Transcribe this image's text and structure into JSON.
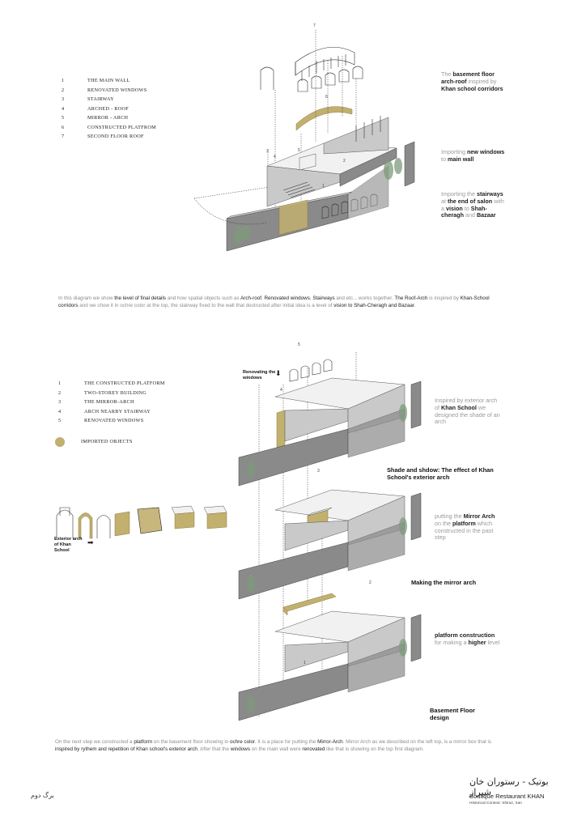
{
  "legend_top": [
    {
      "num": "1",
      "label": "THE MAIN WALL"
    },
    {
      "num": "2",
      "label": "RENOVATED WINDOWS"
    },
    {
      "num": "3",
      "label": "STAIRWAY"
    },
    {
      "num": "4",
      "label": "ARCHED - ROOF"
    },
    {
      "num": "5",
      "label": "MIRROR - ARCH"
    },
    {
      "num": "6",
      "label": "CONSTRUCTED PLATFROM"
    },
    {
      "num": "7",
      "label": "SECOND FLOOR ROOF"
    }
  ],
  "legend_bottom": [
    {
      "num": "1",
      "label": "THE CONSTRUCTED PLATFORM"
    },
    {
      "num": "2",
      "label": "TWO-STOREY BUILDING"
    },
    {
      "num": "3",
      "label": "THE MIRROR-ARCH"
    },
    {
      "num": "4",
      "label": "ARCH NEARBY STAIRWAY"
    },
    {
      "num": "5",
      "label": "RENOVATED WINDOWS"
    }
  ],
  "legend_swatch": {
    "label": "IMPORTED OBJECTS",
    "color": "#c2b06f"
  },
  "top_notes": {
    "arch_roof": [
      "The ",
      "basement floor arch-roof",
      " inspired by ",
      "Khan school corridors",
      ""
    ],
    "windows": [
      "Importing ",
      "new windows",
      " to ",
      "main wall",
      ""
    ],
    "stairs": [
      "Importing the ",
      "stairways",
      " at ",
      "the end of salon",
      " with a ",
      "vision",
      " to ",
      "Shah-cheragh",
      " and ",
      "Bazaar",
      ""
    ]
  },
  "para1": {
    "parts": [
      {
        "t": "In this diagram we show ",
        "b": false
      },
      {
        "t": "the level of final details",
        "b": true
      },
      {
        "t": " and how spatial objects such as ",
        "b": false
      },
      {
        "t": "Arch-roof",
        "b": true
      },
      {
        "t": ", ",
        "b": false
      },
      {
        "t": "Renovated windows",
        "b": true
      },
      {
        "t": ", ",
        "b": false
      },
      {
        "t": "Stairways",
        "b": true
      },
      {
        "t": " and etc... works together. ",
        "b": false
      },
      {
        "t": "The Roof-Arch",
        "b": true
      },
      {
        "t": " is inspired by ",
        "b": false
      },
      {
        "t": "Khan-School corridors",
        "b": true
      },
      {
        "t": " and we show it in ochre color at the top, the stairway fixed to the wall that destructed after initial idea is a level of ",
        "b": false
      },
      {
        "t": "vision to Shah-Cheragh and Bazaar",
        "b": true
      },
      {
        "t": ".",
        "b": false
      }
    ]
  },
  "bottom_notes": {
    "shade": [
      "Inspired by exterior arch of ",
      "Khan School",
      " we designed the shade of an arch"
    ],
    "mirror": [
      "putting the ",
      "Mirror Arch",
      " on the ",
      "platform",
      " which constructed in the past step"
    ],
    "platform": [
      "platform construction",
      " for making a ",
      "higher",
      " level"
    ]
  },
  "step_titles": {
    "shade": "Shade and shdow: The effect of Khan School's exterior arch",
    "mirror": "Making the mirror arch",
    "basement": "Basement Floor design"
  },
  "callouts": {
    "renovating": "Renovating the windows",
    "exterior_arch": "Exterior arch of Khan School"
  },
  "numbers": {
    "n7": "7",
    "n6": "6",
    "n3a": "3",
    "n4a": "4",
    "n5a": "5",
    "n1a": "1",
    "n2a": "2",
    "b5": "5",
    "b4": "4",
    "b3": "3",
    "b2": "2",
    "b1": "1"
  },
  "para2": {
    "parts": [
      {
        "t": "On the next step we constructed a ",
        "b": false
      },
      {
        "t": "platform",
        "b": true
      },
      {
        "t": " on the basement floor showing in ",
        "b": false
      },
      {
        "t": "ochre color",
        "b": true
      },
      {
        "t": ". It is a place for putting the ",
        "b": false
      },
      {
        "t": "Mirror-Arch",
        "b": true
      },
      {
        "t": ". Mirror Arch as we described on the left top, is a mirror box that is ",
        "b": false
      },
      {
        "t": "inspired by rythem and repetition of Khan school's exterior arch",
        "b": true
      },
      {
        "t": ". After that the ",
        "b": false
      },
      {
        "t": "windows",
        "b": true
      },
      {
        "t": " on the main wall were ",
        "b": false
      },
      {
        "t": "renovated",
        "b": true
      },
      {
        "t": " like that is showing on the top first diagram.",
        "b": false
      }
    ]
  },
  "footer": {
    "page_persian": "برگ دوم",
    "title_persian": "بوتیک - رستوران خان شیراز",
    "title_english": "Boutique Restaurant KHAN",
    "subtitle": "Historical Context: Shiraz, Iran"
  },
  "colors": {
    "ochre": "#c2b06f",
    "wall_dark": "#8a8a8a",
    "wall_light": "#c9c9c9",
    "tree": "#7d9a7a"
  }
}
